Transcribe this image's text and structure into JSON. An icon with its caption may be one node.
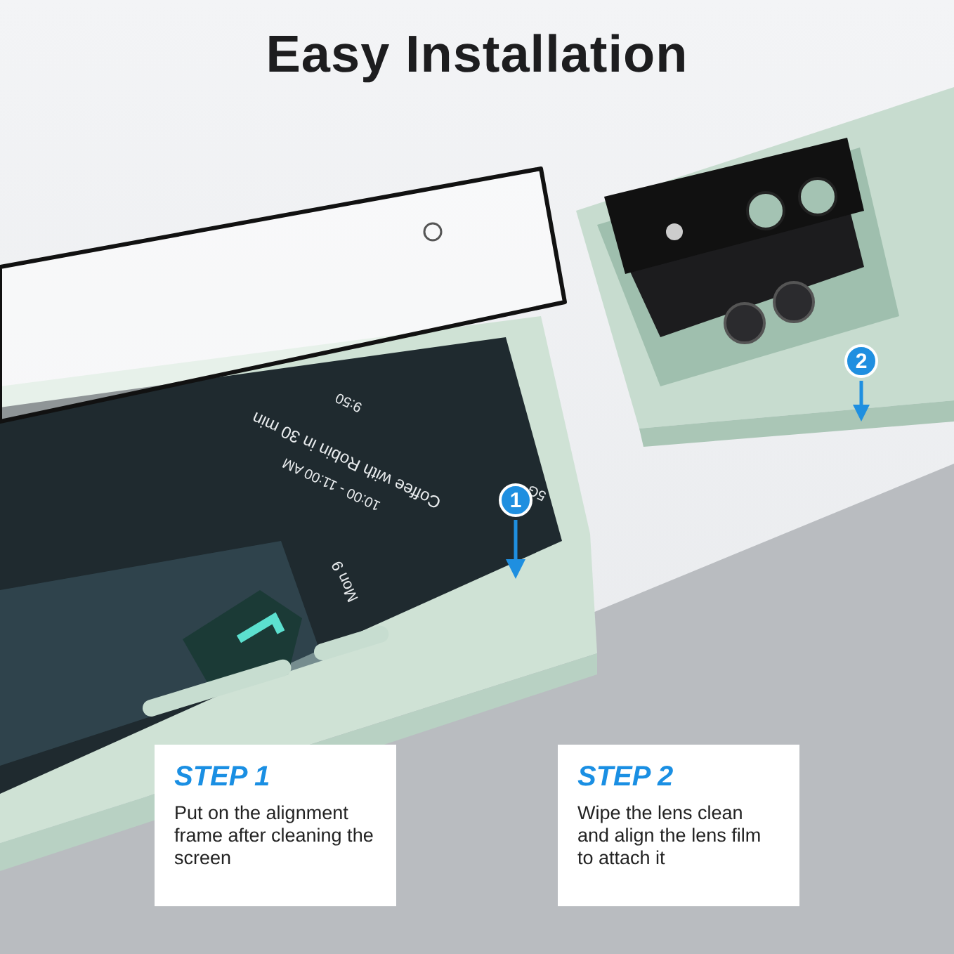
{
  "diagram": {
    "title": "Easy Installation",
    "nodes": [
      {
        "text": [
          "STEP 1",
          "Put on the alignment frame after cleaning the screen"
        ]
      },
      {
        "text": [
          "STEP 2",
          "Wipe the lens clean and align the lens film to attach it"
        ]
      },
      {
        "text": [
          "1"
        ]
      },
      {
        "text": [
          "2"
        ]
      }
    ],
    "labels": [
      "9:50",
      "Coffee with Robin in 30 min",
      "10:00 - 11:00 AM",
      "Mon 9",
      "5G"
    ]
  }
}
